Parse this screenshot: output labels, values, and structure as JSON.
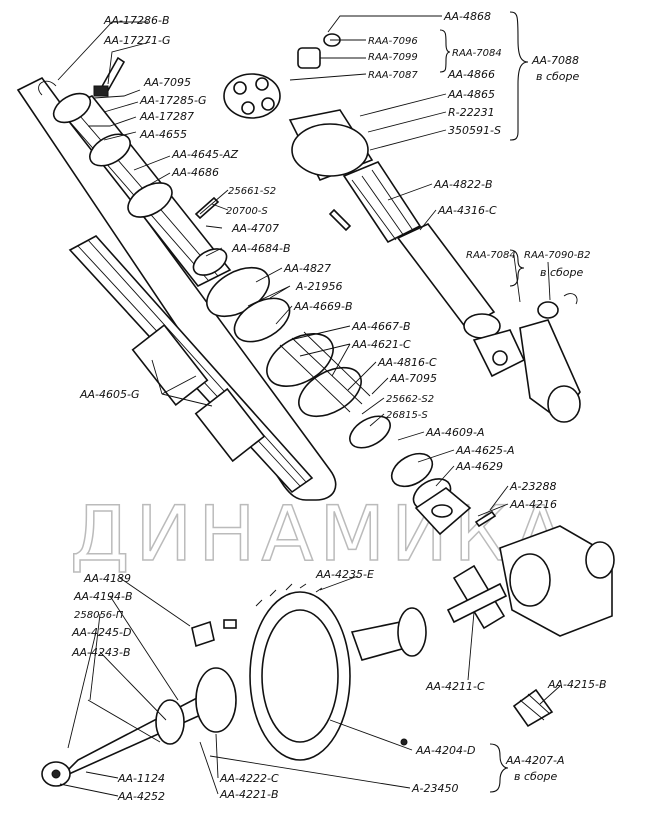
{
  "watermark": "ДИНАМИКА",
  "labels": {
    "l01": "AA-17286-B",
    "l02": "AA-17271-G",
    "l03": "AA-7095",
    "l04": "AA-17285-G",
    "l05": "AA-17287",
    "l06": "AA-4655",
    "l07": "AA-4645-AZ",
    "l08": "AA-4686",
    "l09": "25661-S2",
    "l10": "20700-S",
    "l11": "AA-4707",
    "l12": "AA-4684-B",
    "l13": "AA-4827",
    "l14": "A-21956",
    "l15": "AA-4669-B",
    "l16": "AA-4667-B",
    "l17": "AA-4621-C",
    "l18": "AA-4816-C",
    "l19": "AA-7095",
    "l20": "25662-S2",
    "l21": "26815-S",
    "l22": "AA-4609-A",
    "l23": "AA-4625-A",
    "l24": "AA-4629",
    "l25": "A-23288",
    "l26": "AA-4216",
    "l27": "AA-4605-G",
    "l28": "AA-4868",
    "l29": "RAA-7096",
    "l30": "RAA-7099",
    "l31": "RAA-7087",
    "l32": "RAA-7084",
    "l33": "AA-4866",
    "l34": "AA-4865",
    "l35": "R-22231",
    "l36": "350591-S",
    "l37": "AA-7088",
    "l38": "в сборе",
    "l39": "AA-4822-B",
    "l40": "AA-4316-C",
    "l41": "RAA-7084",
    "l42": "RAA-7090-B2",
    "l43": "в сборе",
    "l44": "AA-4189",
    "l45": "AA-4194-B",
    "l46": "258056-П",
    "l47": "AA-4245-D",
    "l48": "AA-4243-B",
    "l49": "AA-4235-E",
    "l50": "AA-4211-C",
    "l51": "AA-4215-B",
    "l52": "AA-4204-D",
    "l53": "AA-4207-A",
    "l54": "в сборе",
    "l55": "A-23450",
    "l56": "AA-1124",
    "l57": "AA-4252",
    "l58": "AA-4222-C",
    "l59": "AA-4221-B"
  }
}
